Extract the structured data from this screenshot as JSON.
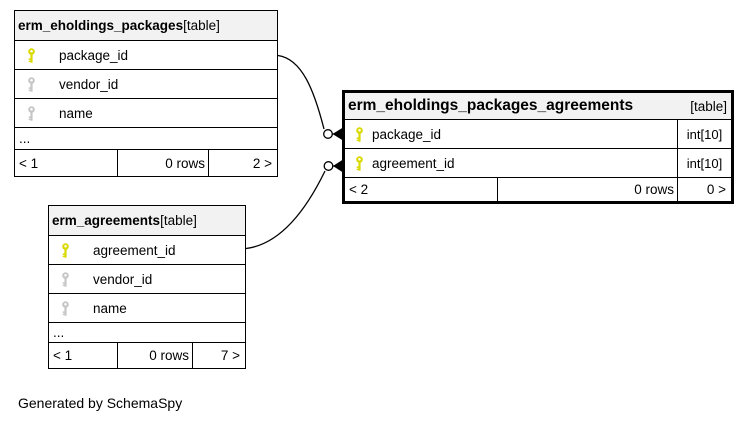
{
  "colors": {
    "primary_key": "#d9d900",
    "other_key": "#c6c6c6",
    "header_bg": "#f2f2f2",
    "line": "#000000"
  },
  "credit": "Generated by SchemaSpy",
  "tables": [
    {
      "name": "erm_eholdings_packages",
      "kind": "[table]",
      "columns": [
        {
          "name": "package_id",
          "key": "primary"
        },
        {
          "name": "vendor_id",
          "key": "other"
        },
        {
          "name": "name",
          "key": "other"
        }
      ],
      "ellipsis": "...",
      "footer": {
        "prev": "< 1",
        "rows": "0 rows",
        "next": "2 >"
      }
    },
    {
      "name": "erm_eholdings_packages_agreements",
      "kind": "[table]",
      "columns": [
        {
          "name": "package_id",
          "type": "int[10]",
          "key": "primary"
        },
        {
          "name": "agreement_id",
          "type": "int[10]",
          "key": "primary"
        }
      ],
      "footer": {
        "prev": "< 2",
        "rows": "0 rows",
        "next": "0 >"
      }
    },
    {
      "name": "erm_agreements",
      "kind": "[table]",
      "columns": [
        {
          "name": "agreement_id",
          "key": "primary"
        },
        {
          "name": "vendor_id",
          "key": "other"
        },
        {
          "name": "name",
          "key": "other"
        }
      ],
      "ellipsis": "...",
      "footer": {
        "prev": "< 1",
        "rows": "0 rows",
        "next": "7 >"
      }
    }
  ],
  "relationships": [
    {
      "from": "erm_eholdings_packages.package_id",
      "to": "erm_eholdings_packages_agreements.package_id"
    },
    {
      "from": "erm_agreements.agreement_id",
      "to": "erm_eholdings_packages_agreements.agreement_id"
    }
  ]
}
